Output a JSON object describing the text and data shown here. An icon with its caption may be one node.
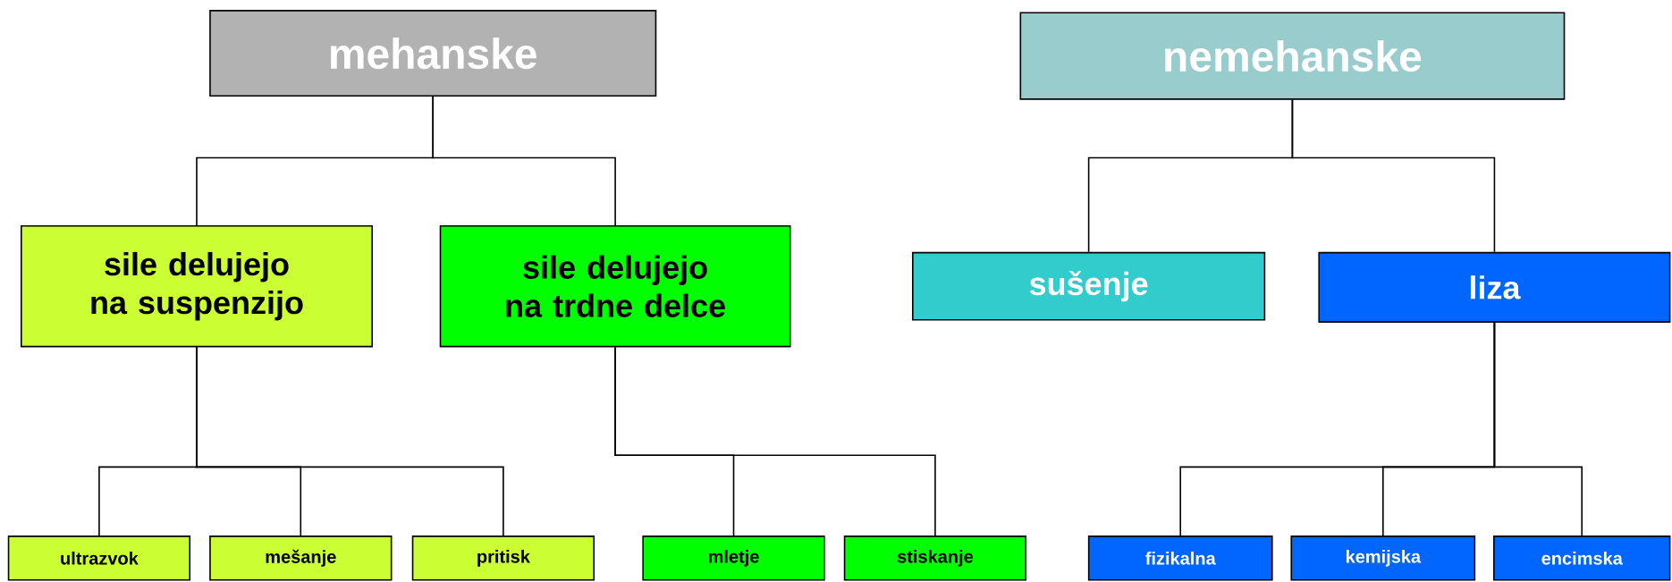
{
  "diagram": {
    "nodes": [
      {
        "text": [
          "mehanske"
        ]
      },
      {
        "text": [
          "nemehanske"
        ]
      },
      {
        "text": [
          "sile delujejo na suspenzijo"
        ]
      },
      {
        "text": [
          "sile delujejo na trdne delce"
        ]
      },
      {
        "text": [
          "sušenje"
        ]
      },
      {
        "text": [
          "liza"
        ]
      },
      {
        "text": [
          "ultrazvok"
        ]
      },
      {
        "text": [
          "mešanje"
        ]
      },
      {
        "text": [
          "pritisk"
        ]
      },
      {
        "text": [
          "mletje"
        ]
      },
      {
        "text": [
          "stiskanje"
        ]
      },
      {
        "text": [
          "fizikalna"
        ]
      },
      {
        "text": [
          "kemijska"
        ]
      },
      {
        "text": [
          "encimska"
        ]
      }
    ],
    "edges": [
      {
        "from": 0,
        "to": 2,
        "arrow": "none"
      },
      {
        "from": 0,
        "to": 3,
        "arrow": "none"
      },
      {
        "from": 1,
        "to": 4,
        "arrow": "none"
      },
      {
        "from": 1,
        "to": 5,
        "arrow": "none"
      },
      {
        "from": 2,
        "to": 6,
        "arrow": "none"
      },
      {
        "from": 2,
        "to": 7,
        "arrow": "none"
      },
      {
        "from": 2,
        "to": 8,
        "arrow": "none"
      },
      {
        "from": 3,
        "to": 9,
        "arrow": "none"
      },
      {
        "from": 3,
        "to": 10,
        "arrow": "none"
      },
      {
        "from": 5,
        "to": 11,
        "arrow": "none"
      },
      {
        "from": 5,
        "to": 12,
        "arrow": "none"
      },
      {
        "from": 5,
        "to": 13,
        "arrow": "none"
      }
    ]
  }
}
